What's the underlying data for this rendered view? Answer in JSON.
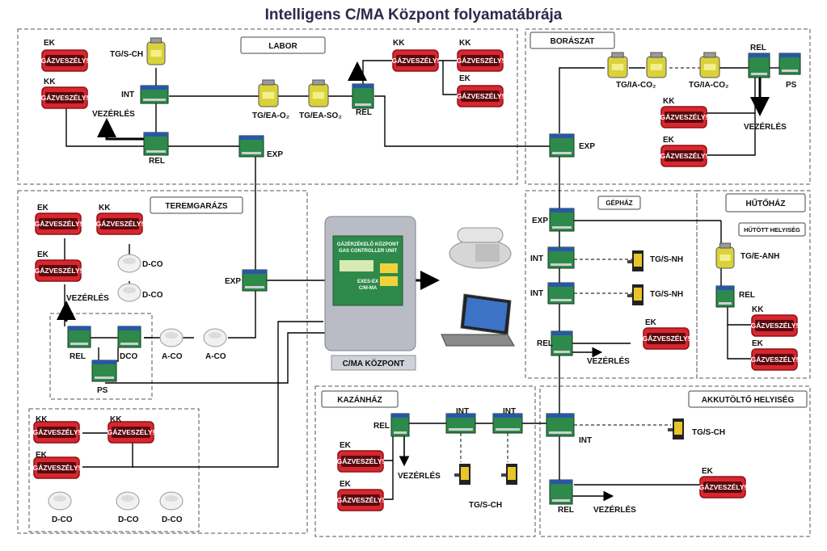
{
  "title": "Intelligens C/MA Központ folyamatábrája",
  "colors": {
    "badge_red": "#d8262f",
    "module_green": "#2e8a4a",
    "sensor_yellow": "#d9d23a",
    "central_gray": "#b9bcc4"
  },
  "sections": {
    "labor": "LABOR",
    "boraszat": "BORÁSZAT",
    "teremgarazs": "TEREMGARÁZS",
    "gephaz": "GÉPHÁZ",
    "hutohaz": "HŰTŐHÁZ",
    "hutott": "HŰTÖTT HELYISÉG",
    "kazanhaz": "KAZÁNHÁZ",
    "akku": "AKKUTÖLTŐ HELYISÉG",
    "central": "C/MA KÖZPONT"
  },
  "badge_text": "GÁZVESZÉLY!",
  "labels": {
    "ek": "EK",
    "kk": "KK",
    "int": "INT",
    "rel": "REL",
    "exp": "EXP",
    "ps": "PS",
    "dco": "DCO",
    "d_co": "D-CO",
    "a_co": "A-CO",
    "vezerles": "VEZÉRLÉS",
    "tg_s_ch": "TG/S-CH",
    "tg_ea_o2": "TG/EA-O₂",
    "tg_ea_so2": "TG/EA-SO₂",
    "tg_ia_co2": "TG/IA-CO₂",
    "tg_s_nh": "TG/S-NH",
    "tg_e_anh": "TG/E-ANH"
  },
  "panel": {
    "line1": "GÁZÉRZÉKELŐ KÖZPONT",
    "line2": "GAS CONTROLLER UNIT",
    "line3": "EXES-EX",
    "line4": "C/M-MA"
  }
}
